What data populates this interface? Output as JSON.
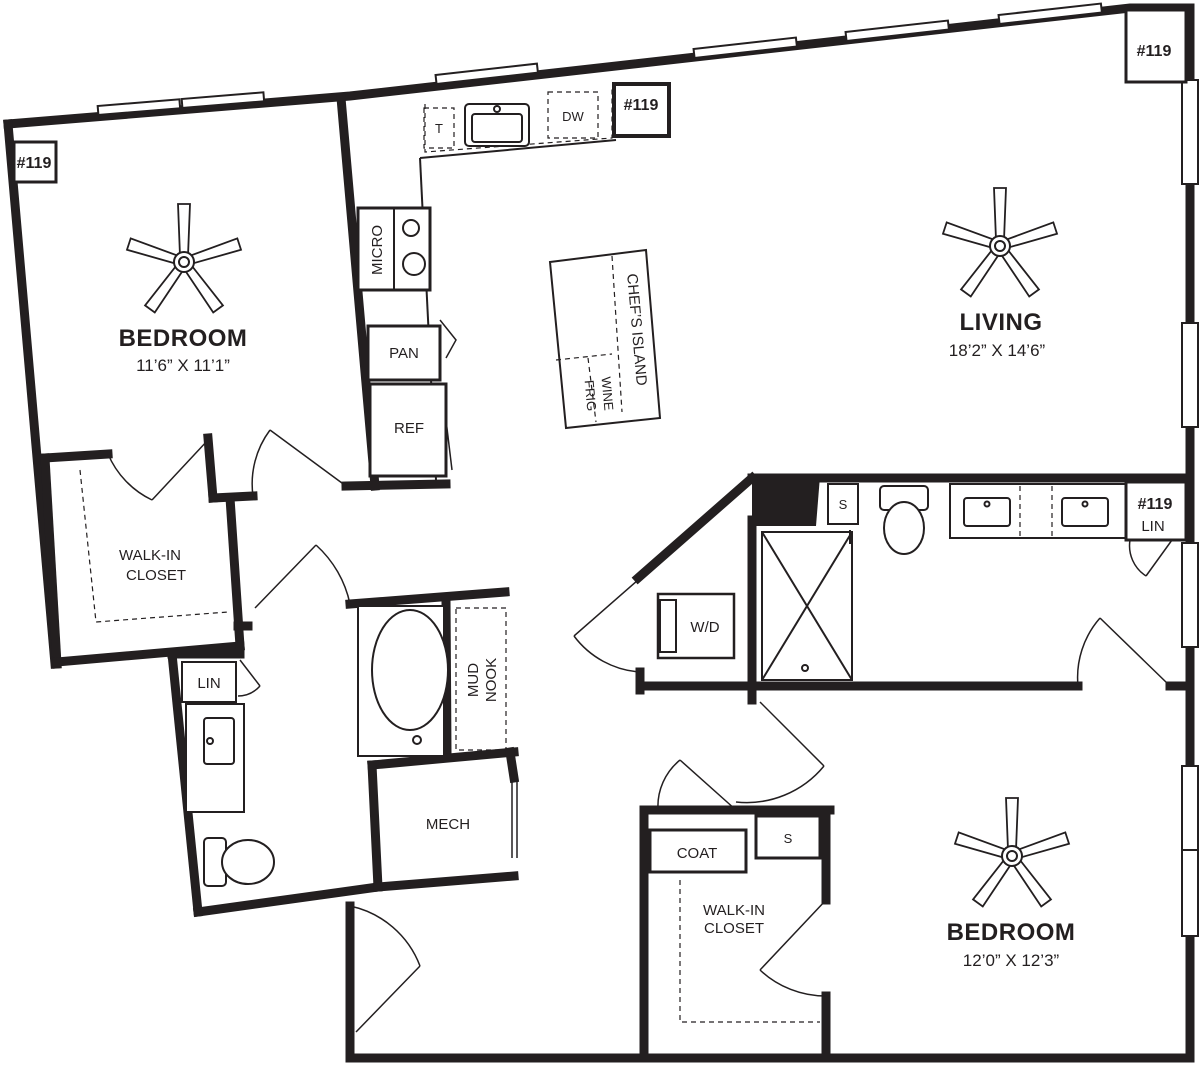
{
  "rooms": {
    "bedroom1": {
      "name": "BEDROOM",
      "dims": "11’6” X 11’1”"
    },
    "living": {
      "name": "LIVING",
      "dims": "18’2” X 14’6”"
    },
    "bedroom2": {
      "name": "BEDROOM",
      "dims": "12’0” X 12’3”"
    }
  },
  "labels": {
    "walkin_closet_1": [
      "WALK-IN",
      "CLOSET"
    ],
    "walkin_closet_2": [
      "WALK-IN",
      "CLOSET"
    ],
    "micro": "MICRO",
    "pan": "PAN",
    "ref": "REF",
    "t": "T",
    "dw": "DW",
    "chefs_island": "CHEF’S ISLAND",
    "wine_frig": [
      "WINE",
      "FRIG"
    ],
    "lin_1": "LIN",
    "lin_2": "LIN",
    "mud_nook": [
      "MUD",
      "NOOK"
    ],
    "mech": "MECH",
    "wd": "W/D",
    "s_1": "S",
    "s_2": "S",
    "coat": "COAT"
  },
  "tags": [
    "#119",
    "#119",
    "#119",
    "#119"
  ],
  "icons": [
    "ceiling-fan-icon",
    "sink-icon",
    "toilet-icon",
    "bathtub-icon",
    "shower-icon",
    "cooktop-icon"
  ]
}
